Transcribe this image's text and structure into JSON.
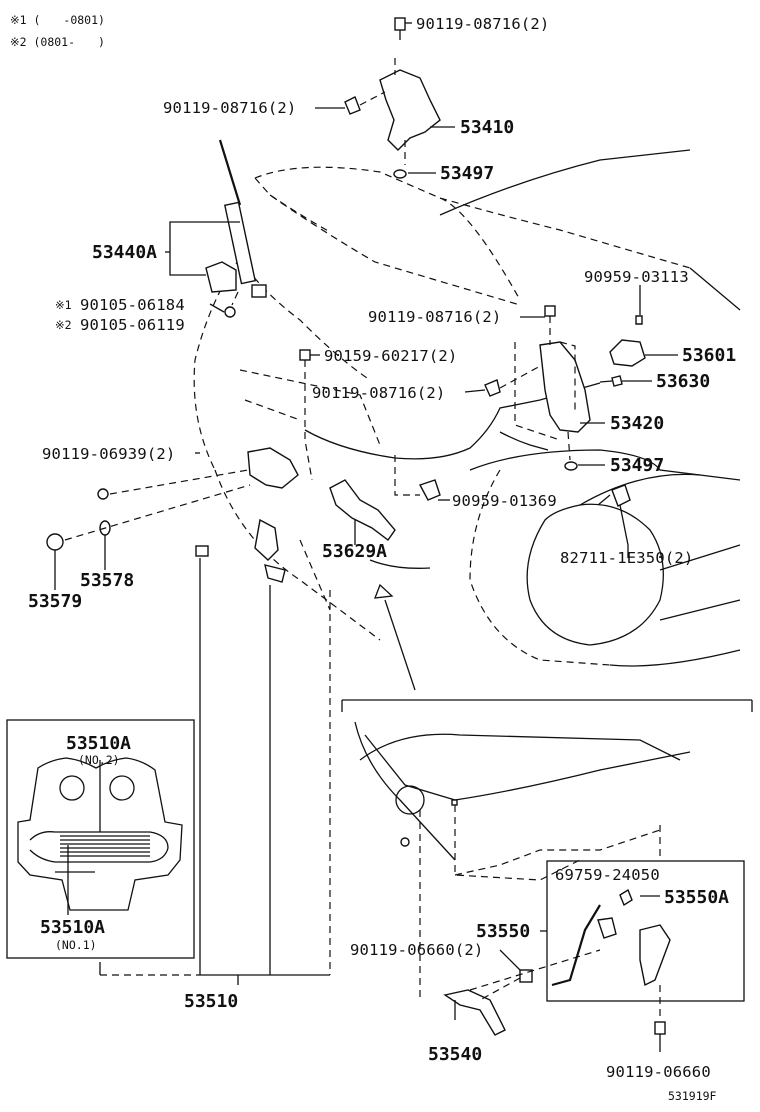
{
  "notes": [
    "※1 (　　-0801)",
    "※2 (0801-　　)"
  ],
  "labels": {
    "l1": "90119-08716(2)",
    "l2": "90119-08716(2)",
    "l3": "53410",
    "l4": "53497",
    "l5": "53440A",
    "l6": "90959-03113",
    "l7": "90105-06184",
    "l8": "90105-06119",
    "l9": "90119-08716(2)",
    "l10": "53601",
    "l11": "90159-60217(2)",
    "l12": "53630",
    "l13": "90119-08716(2)",
    "l14": "53420",
    "l15": "90119-06939(2)",
    "l16": "53497",
    "l17": "90959-01369",
    "l18": "53629A",
    "l19": "82711-1E350(2)",
    "l20": "53578",
    "l21": "53579",
    "l22": "53510A",
    "l23": "(NO.2)",
    "l24": "53510A",
    "l25": "(NO.1)",
    "l26": "69759-24050",
    "l27": "53550A",
    "l28": "53550",
    "l29": "90119-06660(2)",
    "l30": "53510",
    "l31": "53540",
    "l32": "90119-06660",
    "l33": "531919F"
  },
  "marks": {
    "m1": "※1",
    "m2": "※2"
  }
}
